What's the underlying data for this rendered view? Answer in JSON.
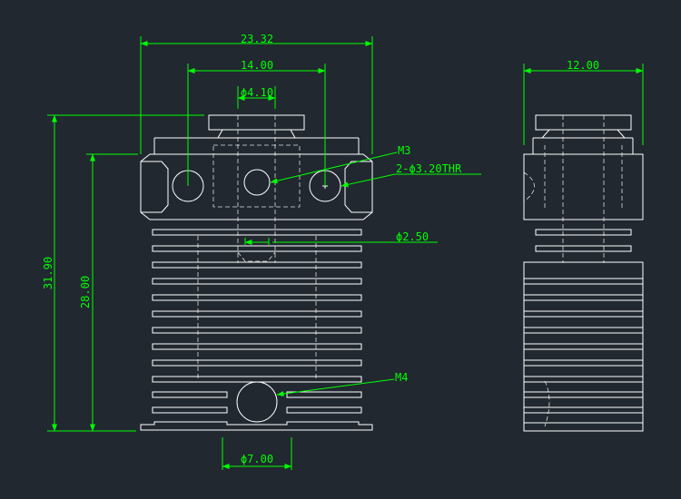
{
  "drawing": {
    "colors": {
      "background": "#212830",
      "part": "#ffffff",
      "dimension": "#00ff00"
    },
    "dimensions": {
      "overall_width": "23.32",
      "hole_spacing": "14.00",
      "center_hole_dia": "ϕ4.10",
      "side_width": "12.00",
      "overall_height": "31.90",
      "body_height": "28.00",
      "small_bore_dia": "ϕ2.50",
      "bottom_hole_dia": "ϕ7.00"
    },
    "callouts": {
      "m3": "M3",
      "thru_holes": "2-ϕ3.20THR",
      "m4": "M4"
    }
  }
}
